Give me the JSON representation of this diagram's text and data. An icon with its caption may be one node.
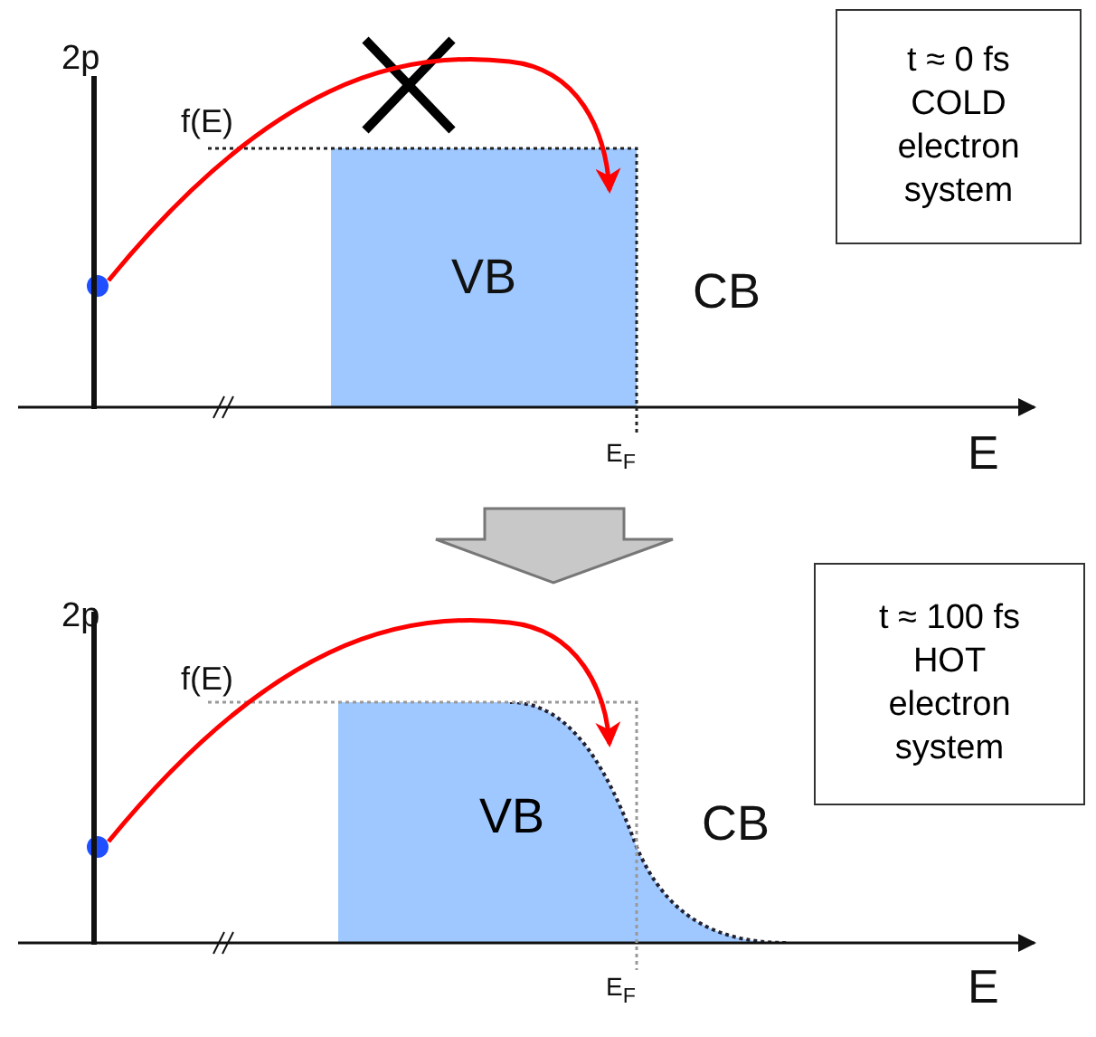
{
  "diagram": {
    "nodes": [
      {
        "text": [
          "t ≈ 0 fs COLD electron system"
        ]
      },
      {
        "text": [],
        "shape": "circle"
      },
      {
        "text": [
          "VB"
        ]
      },
      {
        "text": [
          "t ≈ 100 fs HOT electron system"
        ]
      },
      {
        "text": [],
        "shape": "circle"
      },
      {
        "text": [
          "VB"
        ]
      }
    ],
    "edges": [
      {
        "from": 1,
        "to": 2,
        "arrow": "to",
        "color": "#ff0000"
      },
      {
        "from": 4,
        "to": 5,
        "arrow": "to",
        "color": "#ff0000"
      }
    ],
    "labels": [
      "2p",
      "f(E)",
      "CB",
      "E$_{F}$",
      "E",
      "2p",
      "f(E)",
      "CB",
      "E$_{F}$",
      "E"
    ]
  }
}
